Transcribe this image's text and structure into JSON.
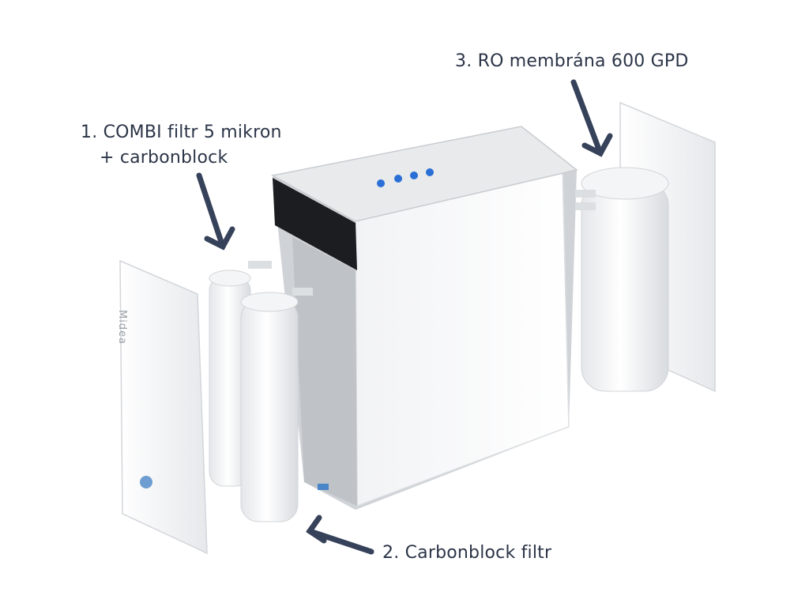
{
  "labels": {
    "combi_line1": "1. COMBI filtr 5 mikron",
    "combi_line2": "+ carbonblock",
    "carbonblock": "2. Carbonblock filtr",
    "ro_membrane": "3. RO membrána 600 GPD"
  },
  "brand_text": "Midea",
  "colors": {
    "text": "#2b3447",
    "arrow": "#36415a",
    "housing": "#f7f7f7",
    "trim": "#c9ccd0",
    "panel_black": "#1b1d20",
    "button_blue": "#2a6fd6"
  }
}
